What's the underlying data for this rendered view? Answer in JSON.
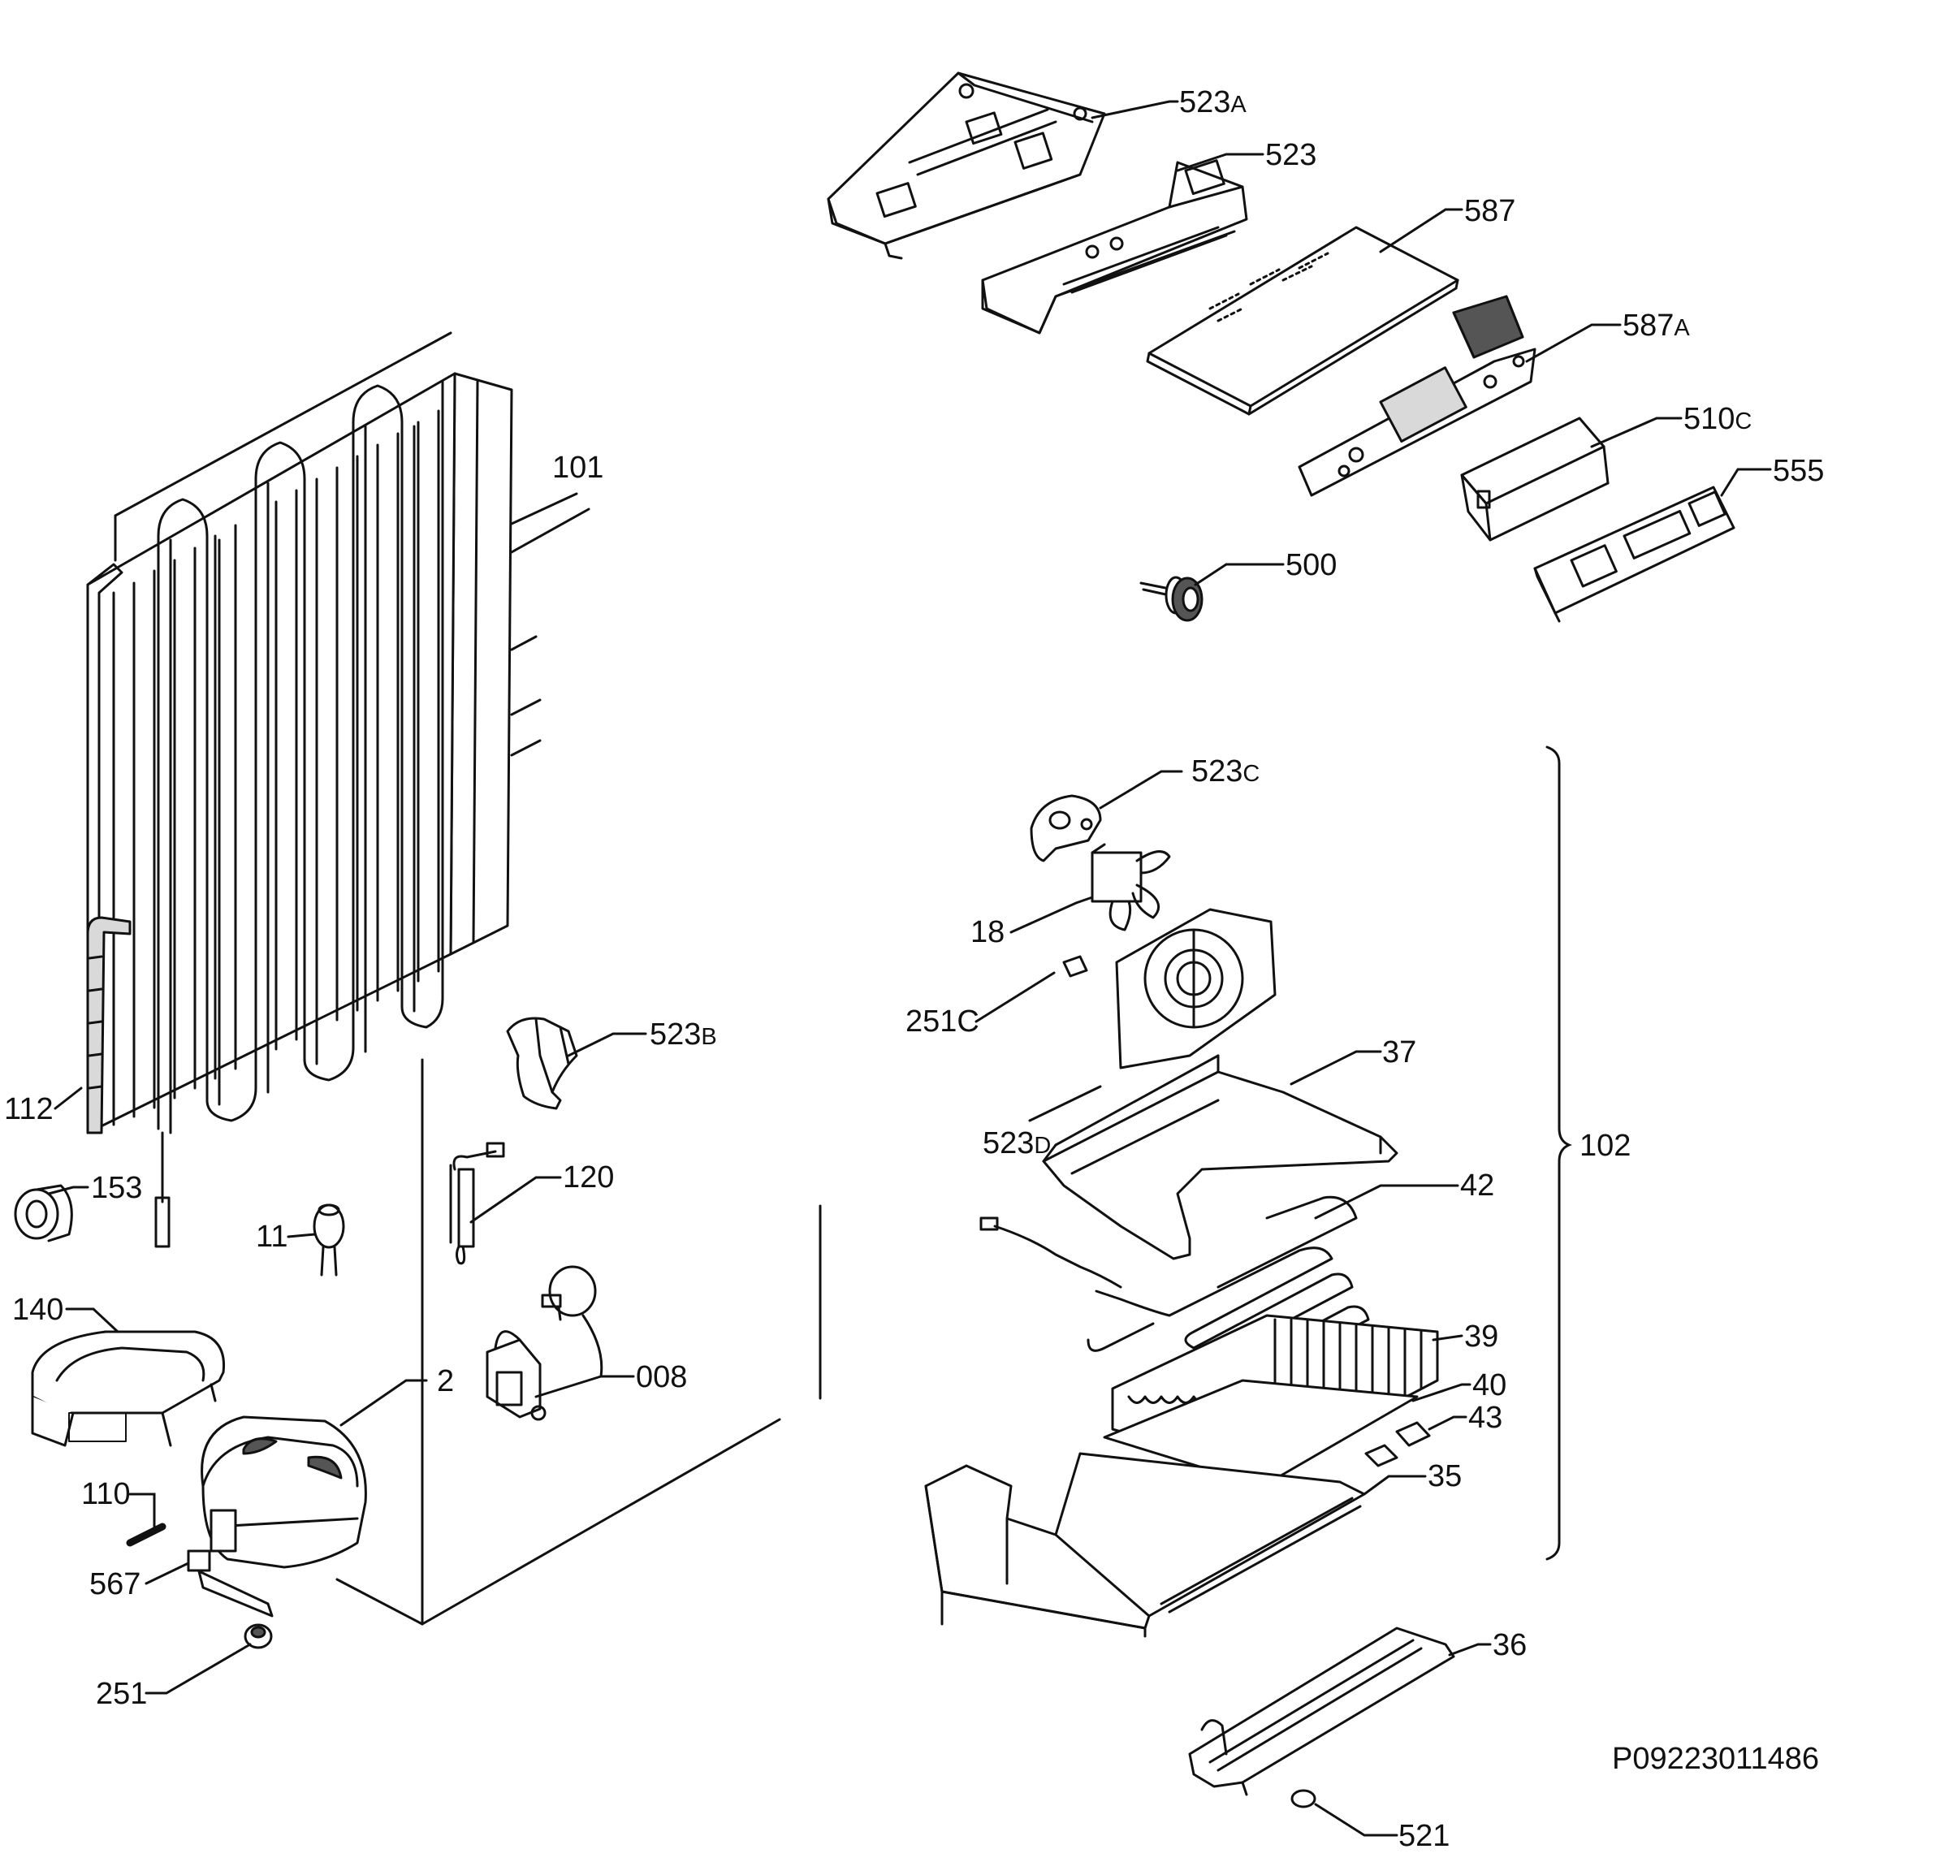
{
  "diagram": {
    "reference_code": "P09223011486",
    "callouts": [
      {
        "id": "523A",
        "num": "523",
        "suffix": "A"
      },
      {
        "id": "523",
        "num": "523",
        "suffix": ""
      },
      {
        "id": "587",
        "num": "587",
        "suffix": ""
      },
      {
        "id": "587A",
        "num": "587",
        "suffix": "A"
      },
      {
        "id": "510C",
        "num": "510",
        "suffix": "C"
      },
      {
        "id": "555",
        "num": "555",
        "suffix": ""
      },
      {
        "id": "500",
        "num": "500",
        "suffix": ""
      },
      {
        "id": "101",
        "num": "101",
        "suffix": ""
      },
      {
        "id": "523C",
        "num": "523",
        "suffix": "C"
      },
      {
        "id": "18",
        "num": "18",
        "suffix": ""
      },
      {
        "id": "251C",
        "num": "251C",
        "suffix": ""
      },
      {
        "id": "523B",
        "num": "523",
        "suffix": "B"
      },
      {
        "id": "37",
        "num": "37",
        "suffix": ""
      },
      {
        "id": "523D",
        "num": "523",
        "suffix": "D"
      },
      {
        "id": "102",
        "num": "102",
        "suffix": ""
      },
      {
        "id": "112",
        "num": "112",
        "suffix": ""
      },
      {
        "id": "153",
        "num": "153",
        "suffix": ""
      },
      {
        "id": "120",
        "num": "120",
        "suffix": ""
      },
      {
        "id": "11",
        "num": "11",
        "suffix": ""
      },
      {
        "id": "42",
        "num": "42",
        "suffix": ""
      },
      {
        "id": "140",
        "num": "140",
        "suffix": ""
      },
      {
        "id": "008",
        "num": "008",
        "suffix": ""
      },
      {
        "id": "2",
        "num": "2",
        "suffix": ""
      },
      {
        "id": "39",
        "num": "39",
        "suffix": ""
      },
      {
        "id": "40",
        "num": "40",
        "suffix": ""
      },
      {
        "id": "43",
        "num": "43",
        "suffix": ""
      },
      {
        "id": "35",
        "num": "35",
        "suffix": ""
      },
      {
        "id": "110",
        "num": "110",
        "suffix": ""
      },
      {
        "id": "567",
        "num": "567",
        "suffix": ""
      },
      {
        "id": "251",
        "num": "251",
        "suffix": ""
      },
      {
        "id": "36",
        "num": "36",
        "suffix": ""
      },
      {
        "id": "521",
        "num": "521",
        "suffix": ""
      }
    ]
  }
}
